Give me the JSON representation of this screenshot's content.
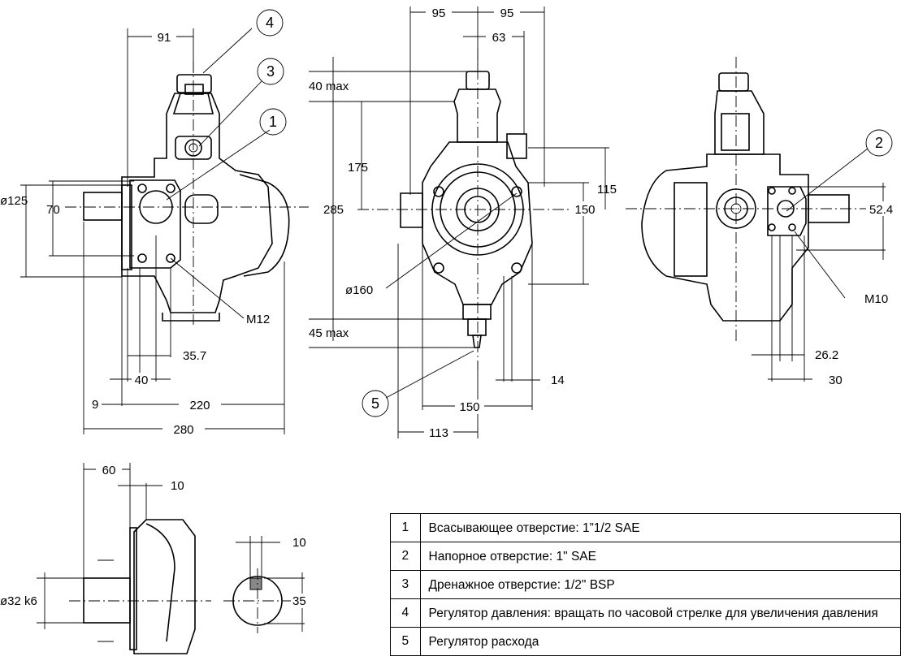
{
  "callouts": [
    "1",
    "2",
    "3",
    "4",
    "5"
  ],
  "dims": {
    "d91": "91",
    "d125": "ø125",
    "d70": "70",
    "m12": "M12",
    "d357": "35.7",
    "d40": "40",
    "d9": "9",
    "d220": "220",
    "d280": "280",
    "d95a": "95",
    "d95b": "95",
    "d63": "63",
    "d40max": "40 max",
    "d175": "175",
    "d285": "285",
    "d115": "115",
    "d150h": "150",
    "d160": "ø160",
    "d45max": "45 max",
    "d14": "14",
    "d150": "150",
    "d113": "113",
    "d524": "52.4",
    "m10": "M10",
    "d262": "26.2",
    "d30": "30",
    "d60": "60",
    "d10a": "10",
    "d32": "ø32 k6",
    "d10b": "10",
    "d35": "35"
  },
  "legend": [
    {
      "num": "1",
      "text": "Всасывающее отверстие: 1”1/2 SAE"
    },
    {
      "num": "2",
      "text": "Напорное отверстие: 1\" SAE"
    },
    {
      "num": "3",
      "text": "Дренажное отверстие: 1/2\" BSP"
    },
    {
      "num": "4",
      "text": "Регулятор давления: вращать по часовой стрелке для увеличения давления"
    },
    {
      "num": "5",
      "text": "Регулятор расхода"
    }
  ]
}
